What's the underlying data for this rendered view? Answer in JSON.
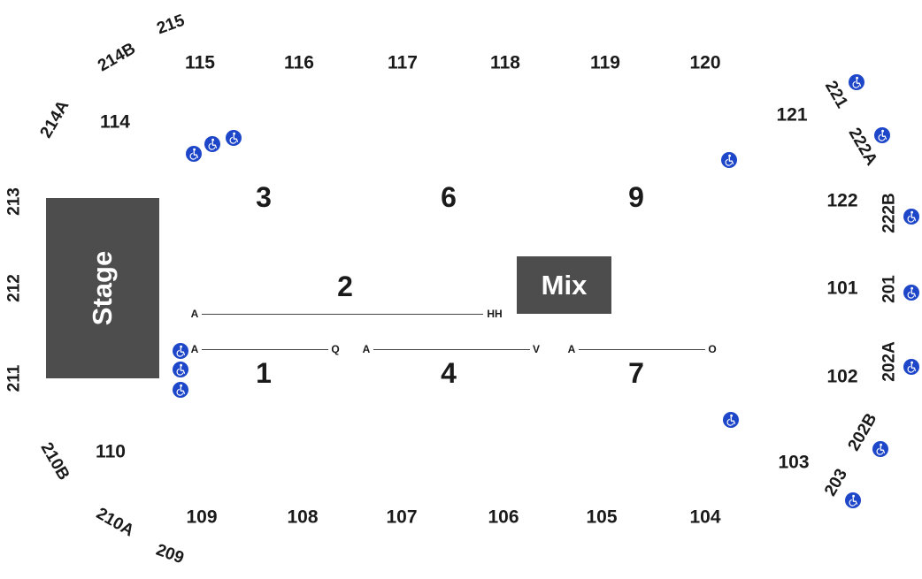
{
  "stage": {
    "label": "Stage"
  },
  "mix": {
    "label": "Mix"
  },
  "floor_sections": {
    "s1": "1",
    "s2": "2",
    "s3": "3",
    "s4": "4",
    "s6": "6",
    "s7": "7",
    "s9": "9"
  },
  "rows": {
    "s2_start": "A",
    "s2_end": "HH",
    "s1_start": "A",
    "s1_end": "Q",
    "s4_start": "A",
    "s4_end": "V",
    "s7_start": "A",
    "s7_end": "O"
  },
  "lower_sections": {
    "s101": "101",
    "s102": "102",
    "s103": "103",
    "s104": "104",
    "s105": "105",
    "s106": "106",
    "s107": "107",
    "s108": "108",
    "s109": "109",
    "s110": "110",
    "s114": "114",
    "s115": "115",
    "s116": "116",
    "s117": "117",
    "s118": "118",
    "s119": "119",
    "s120": "120",
    "s121": "121",
    "s122": "122"
  },
  "upper_sections": {
    "s201": "201",
    "s202A": "202A",
    "s202B": "202B",
    "s203": "203",
    "s209": "209",
    "s210A": "210A",
    "s210B": "210B",
    "s211": "211",
    "s212": "212",
    "s213": "213",
    "s214A": "214A",
    "s214B": "214B",
    "s215": "215",
    "s221": "221",
    "s222A": "222A",
    "s222B": "222B"
  },
  "colors": {
    "wheelchair": "#1d46c8",
    "block": "#4d4d4d",
    "text": "#1a1a1a"
  },
  "icons": {
    "accessible": "wheelchair-icon"
  }
}
